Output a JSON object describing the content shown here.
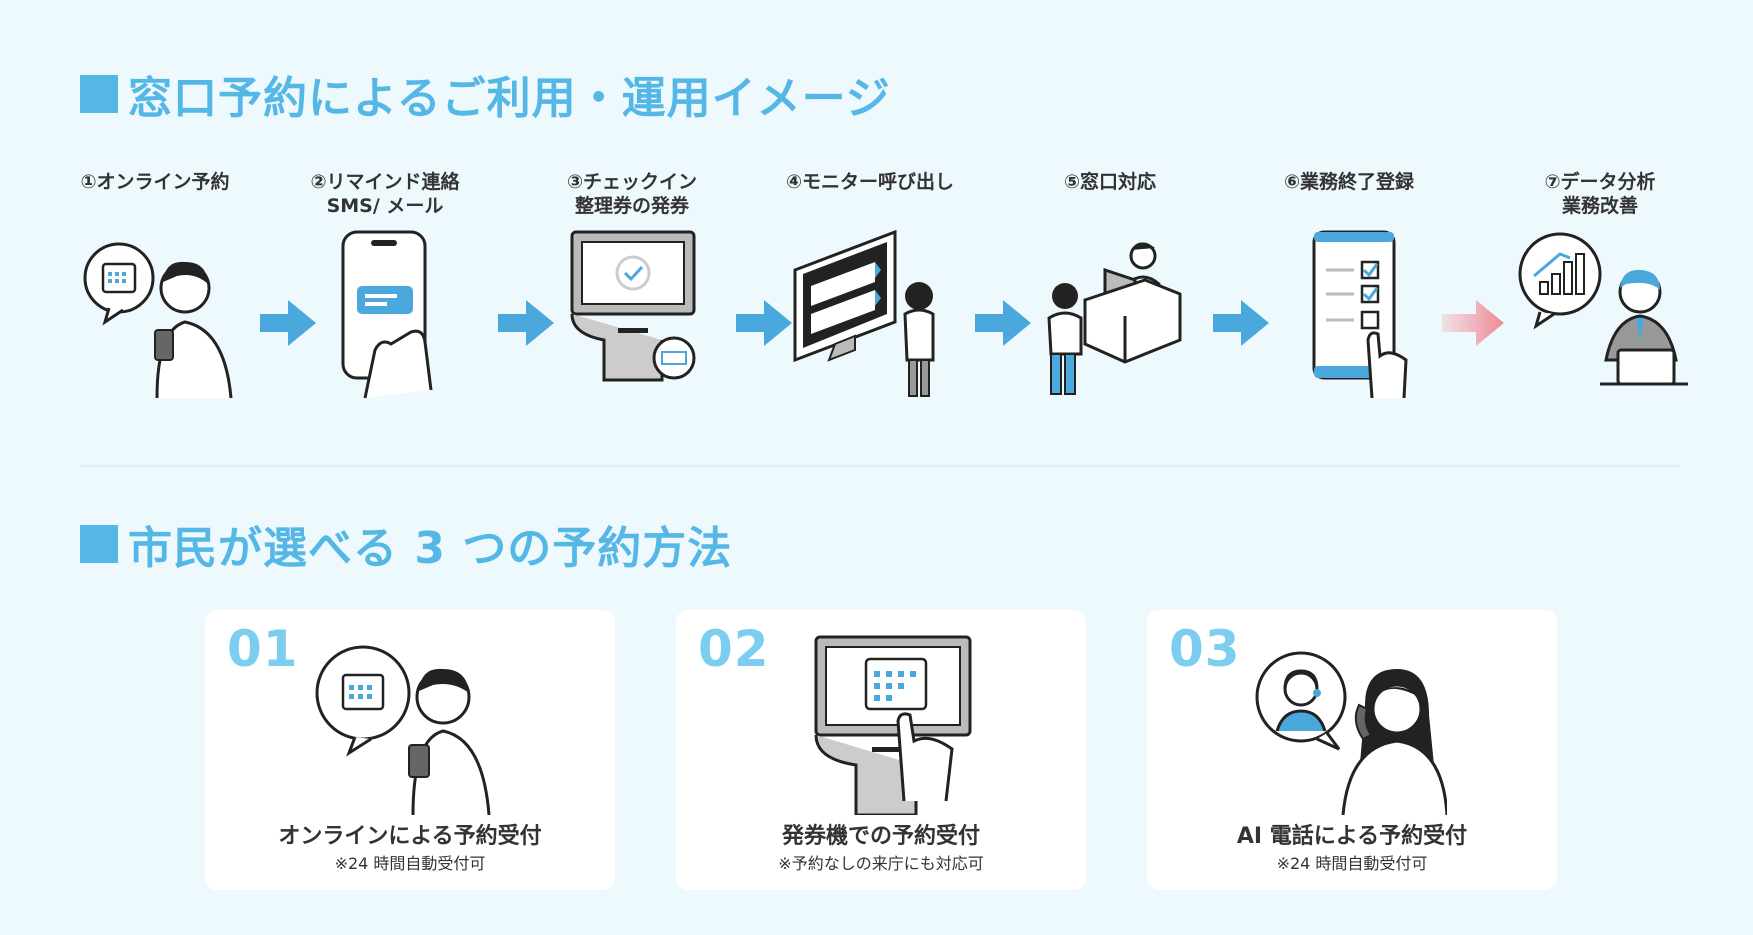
{
  "section1": {
    "title": "窓口予約によるご利用・運用イメージ"
  },
  "steps": [
    {
      "label": "①オンライン予約"
    },
    {
      "label": "②リマインド連絡\nSMS/ メール"
    },
    {
      "label": "③チェックイン\n整理券の発券"
    },
    {
      "label": "④モニター呼び出し"
    },
    {
      "label": "⑤窓口対応"
    },
    {
      "label": "⑥業務終了登録"
    },
    {
      "label": "⑦データ分析\n業務改善"
    }
  ],
  "section2": {
    "title": "市民が選べる 3 つの予約方法"
  },
  "methods": [
    {
      "number": "01",
      "title": "オンラインによる予約受付",
      "note": "※24 時間自動受付可"
    },
    {
      "number": "02",
      "title": "発券機での予約受付",
      "note": "※予約なしの来庁にも対応可"
    },
    {
      "number": "03",
      "title": "AI 電話による予約受付",
      "note": "※24 時間自動受付可"
    }
  ],
  "colors": {
    "accent": "#55b7e6",
    "number": "#7dcdf0",
    "pink_arrow": "#f08a96",
    "background": "#eef9fd"
  }
}
